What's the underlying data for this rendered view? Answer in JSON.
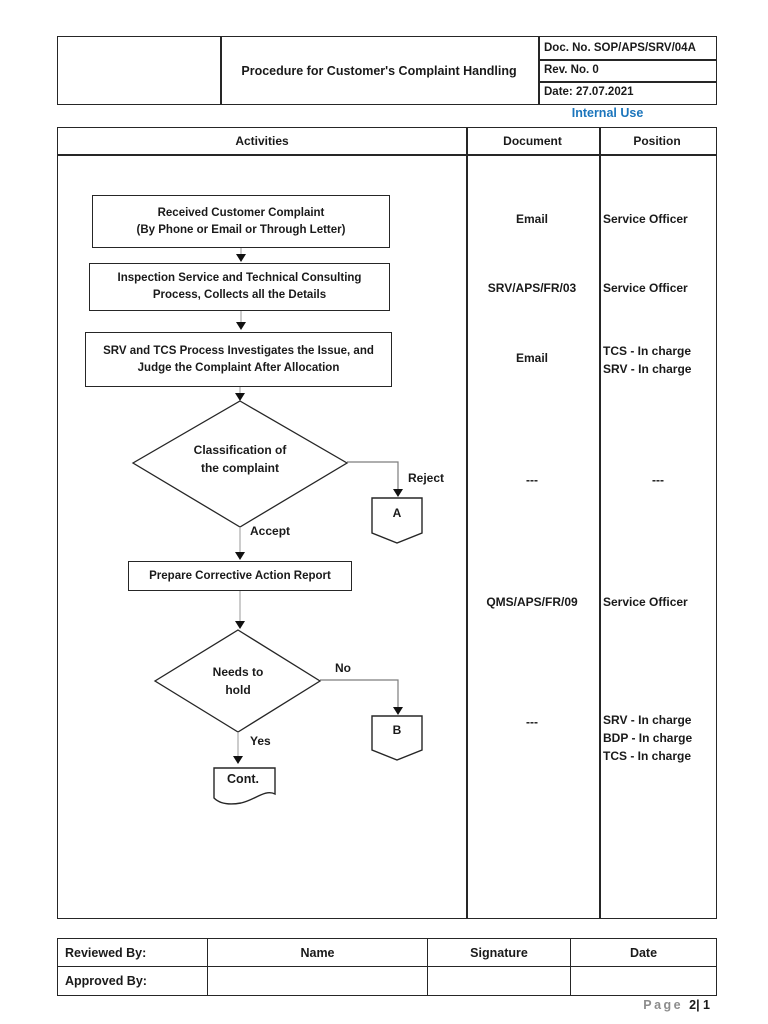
{
  "header": {
    "title": "Procedure for Customer's Complaint Handling",
    "doc_no": "Doc. No. SOP/APS/SRV/04A",
    "rev_no": "Rev. No. 0",
    "date": "Date: 27.07.2021",
    "classification": "Internal Use"
  },
  "colors": {
    "classification_blue": "#1b75bc",
    "page_word_gray": "#8c8c8c"
  },
  "columns": {
    "activities": "Activities",
    "document": "Document",
    "position": "Position"
  },
  "flowchart": {
    "boxes": [
      {
        "line1": "Received Customer Complaint",
        "line2": "(By Phone or Email or Through Letter)"
      },
      {
        "line1": "Inspection Service and Technical Consulting",
        "line2": "Process, Collects all the Details"
      },
      {
        "line1": "SRV and TCS Process Investigates the Issue, and",
        "line2": "Judge the Complaint After Allocation"
      },
      {
        "line1": "Prepare Corrective Action Report"
      }
    ],
    "decisions": [
      {
        "line1": "Classification of",
        "line2": "the complaint",
        "branch_right": "Reject",
        "branch_down": "Accept"
      },
      {
        "line1": "Needs to",
        "line2": "hold",
        "branch_right": "No",
        "branch_down": "Yes"
      }
    ],
    "connectors": {
      "a": "A",
      "b": "B"
    },
    "terminator": "Cont."
  },
  "annotations": [
    {
      "document": "Email",
      "position": "Service Officer"
    },
    {
      "document": "SRV/APS/FR/03",
      "position": "Service Officer"
    },
    {
      "document": "Email",
      "position": "TCS - In charge\nSRV - In charge"
    },
    {
      "document": "---",
      "position": "---"
    },
    {
      "document": "QMS/APS/FR/09",
      "position": "Service Officer"
    },
    {
      "document": "---",
      "position": "SRV - In charge\nBDP - In charge\nTCS - In charge"
    }
  ],
  "signoff": {
    "row1_label": "Reviewed By:",
    "row2_label": "Approved By:",
    "name": "Name",
    "signature": "Signature",
    "date": "Date"
  },
  "footer": {
    "page_word": "Page",
    "page_number": "2| 1"
  }
}
